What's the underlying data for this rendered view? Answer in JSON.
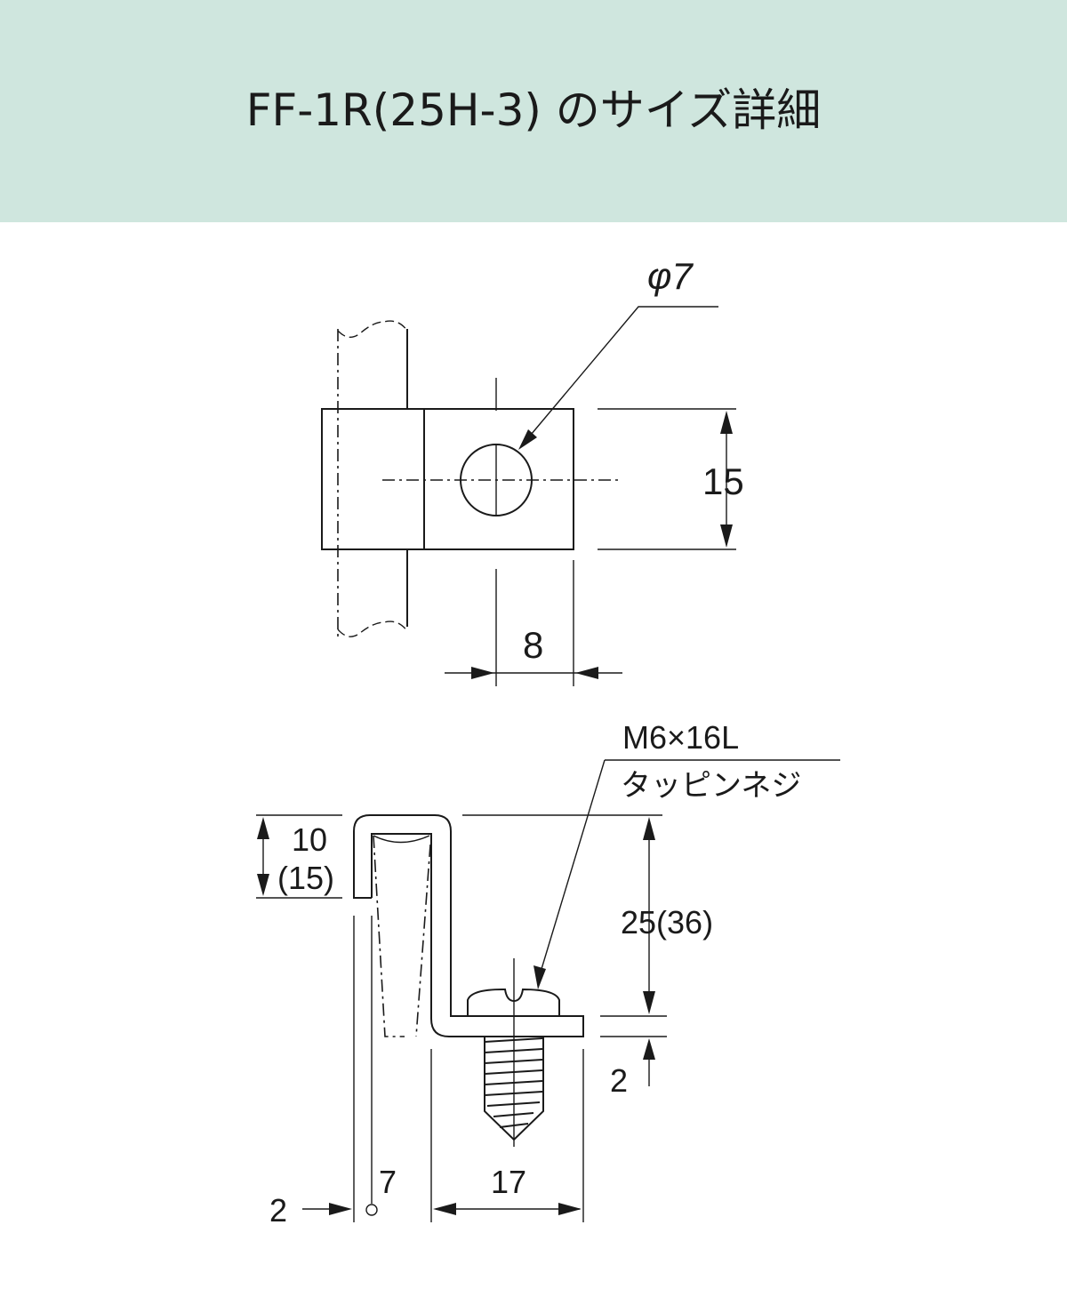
{
  "header": {
    "title": "FF-1R(25H-3) のサイズ詳細",
    "background": "#cfe6de"
  },
  "top_view": {
    "hole_dia": "φ7",
    "height": "15",
    "width": "8"
  },
  "side_view": {
    "screw_spec": "M6×16L",
    "screw_type": "タッピンネジ",
    "hook_depth": "10",
    "hook_depth_alt": "(15)",
    "drop_height": "25(36)",
    "thickness": "2",
    "left_thickness": "2",
    "inner_width": "7",
    "flange_length": "17"
  }
}
